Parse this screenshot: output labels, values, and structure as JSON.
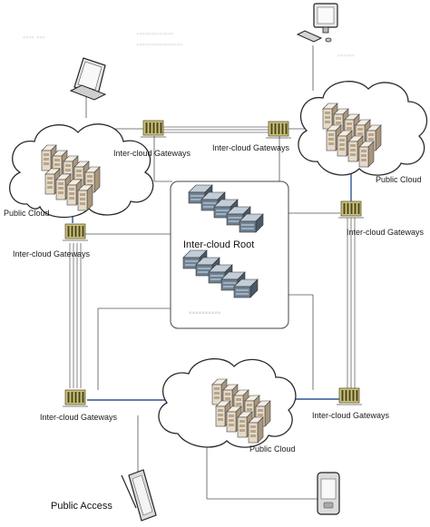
{
  "labels": {
    "gw_top_left": "Inter-cloud Gateways",
    "gw_top_right": "Inter-cloud Gateways",
    "gw_left": "Inter-cloud Gateways",
    "gw_right": "Inter-cloud Gateways",
    "gw_bottom_left": "Inter-cloud Gateways",
    "gw_bottom_right": "Inter-cloud Gateways",
    "cloud_left": "Public Cloud",
    "cloud_right": "Public Cloud",
    "cloud_bottom": "Public Cloud",
    "root": "Inter-cloud Root",
    "public_access": "Public Access"
  },
  "colors": {
    "link_blue": "#2f5597",
    "line": "#555555",
    "gateway": "#c8c070",
    "server_light": "#e4d8c6",
    "server_dark": "#5f7080"
  },
  "icons": [
    "laptop-icon",
    "desktop-icon",
    "tablet-icon",
    "pda-icon",
    "server-rack-icon",
    "gateway-icon",
    "cloud-icon"
  ]
}
